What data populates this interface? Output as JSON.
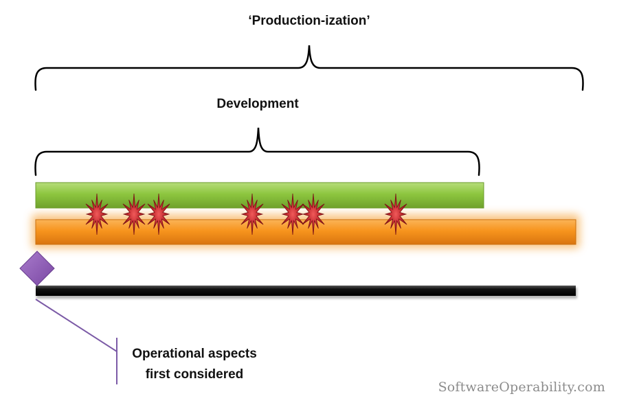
{
  "labels": {
    "productionization": "‘Production-ization’",
    "development": "Development",
    "operational_line1": "Operational aspects",
    "operational_line2": "first considered"
  },
  "watermark": "SoftwareOperability.com",
  "colors": {
    "development_bar": "#8dc63f",
    "production_bar": "#f7941d",
    "timeline_bar": "#000000",
    "marker": "#8e5cb3",
    "starburst": "#c0282d",
    "callout_line": "#7b5aa6"
  },
  "icons": {
    "issue_marker": "starburst-icon",
    "milestone_marker": "diamond-icon"
  }
}
